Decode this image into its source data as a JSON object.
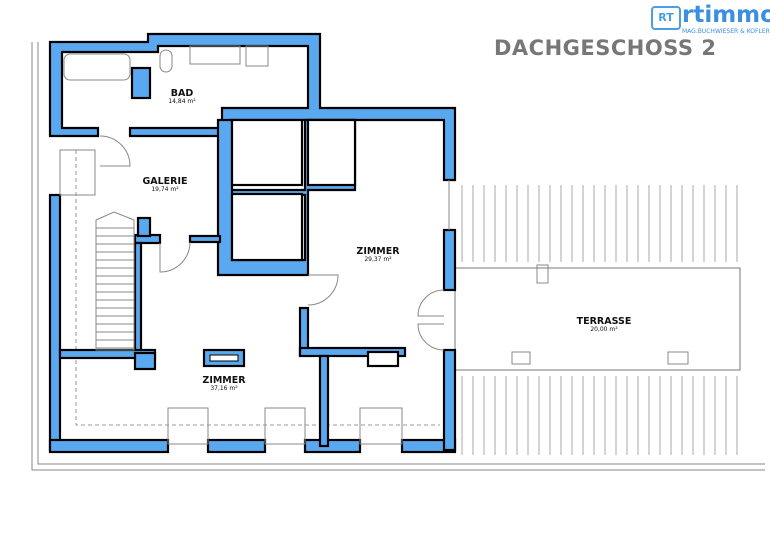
{
  "header": {
    "title": "DACHGESCHOSS 2"
  },
  "logo": {
    "mark": "RT",
    "name": "rtimmo",
    "subtitle": "MAG.BUCHWIESER & KOFLER"
  },
  "rooms": [
    {
      "name": "BAD",
      "area": "14,84 m²"
    },
    {
      "name": "GALERIE",
      "area": "19,74 m²"
    },
    {
      "name": "ZIMMER",
      "area": "29,37 m²"
    },
    {
      "name": "ZIMMER",
      "area": "37,16 m²"
    },
    {
      "name": "TERRASSE",
      "area": "20,00 m²"
    }
  ],
  "colors": {
    "wall": "#5aa9f0",
    "brand": "#3a8fe0"
  }
}
